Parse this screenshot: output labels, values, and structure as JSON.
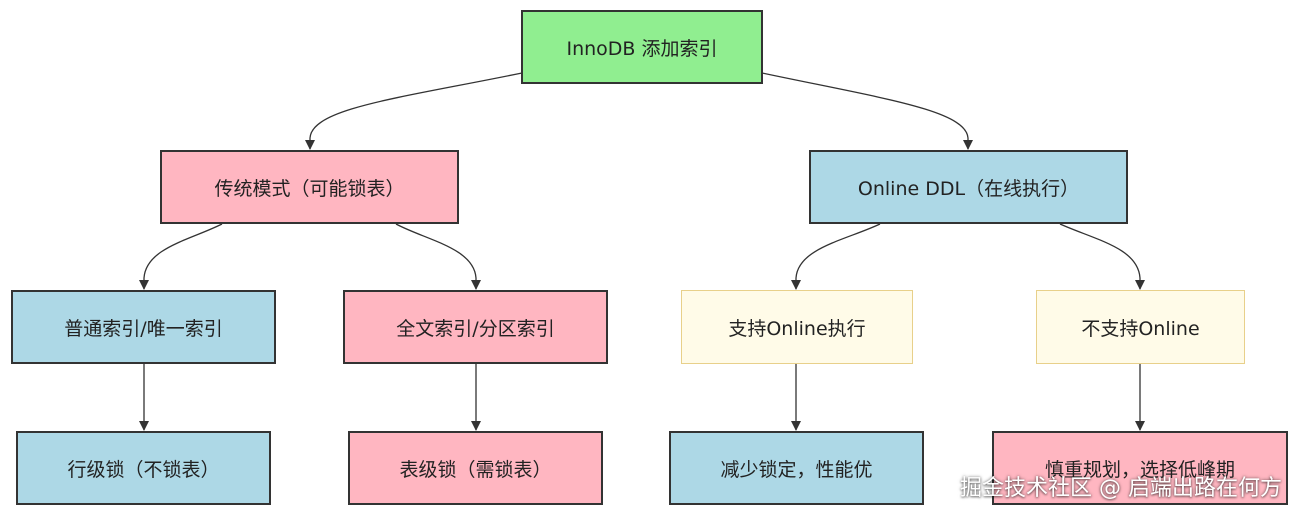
{
  "nodes": {
    "root": "InnoDB 添加索引",
    "traditional": "传统模式（可能锁表）",
    "online_ddl": "Online DDL（在线执行）",
    "normal_unique": "普通索引/唯一索引",
    "fulltext_partition": "全文索引/分区索引",
    "supports_online": "支持Online执行",
    "no_online": "不支持Online",
    "row_lock": "行级锁（不锁表）",
    "table_lock": "表级锁（需锁表）",
    "less_locking": "减少锁定，性能优",
    "careful_planning": "慎重规划，选择低峰期"
  },
  "colors": {
    "green": "#90ee90",
    "pink": "#ffb6c1",
    "blue": "#add8e6",
    "cream": "#fffbe8",
    "edge": "#333333"
  },
  "watermark": "掘金技术社区 @ 启端出路在何方"
}
